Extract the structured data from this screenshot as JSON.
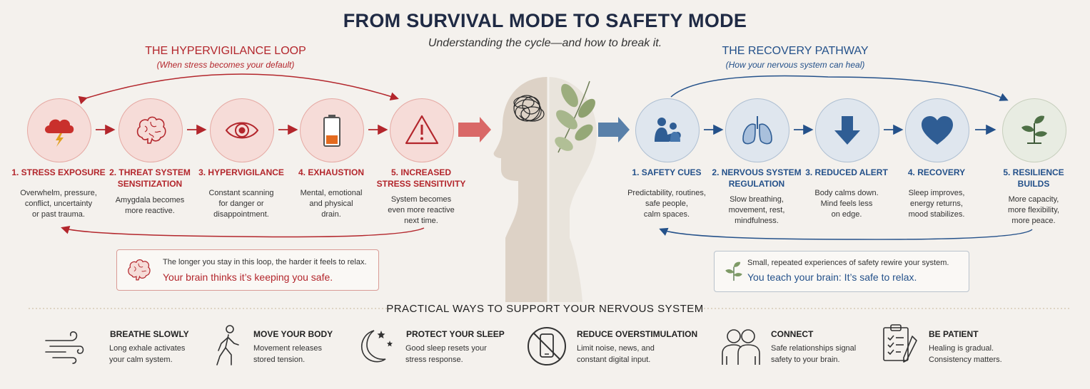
{
  "header": {
    "title": "FROM SURVIVAL MODE TO SAFETY MODE",
    "subtitle": "Understanding the cycle—and how to break it."
  },
  "loop": {
    "title": "THE HYPERVIGILANCE LOOP",
    "subtitle": "(When stress becomes your default)",
    "steps": [
      {
        "label1": "1. STRESS EXPOSURE",
        "label2": "",
        "desc": [
          "Overwhelm, pressure,",
          "conflict, uncertainty",
          "or past trauma."
        ]
      },
      {
        "label1": "2. THREAT SYSTEM",
        "label2": "SENSITIZATION",
        "desc": [
          "Amygdala becomes",
          "more reactive."
        ]
      },
      {
        "label1": "3. HYPERVIGILANCE",
        "label2": "",
        "desc": [
          "Constant scanning",
          "for danger or",
          "disappointment."
        ]
      },
      {
        "label1": "4. EXHAUSTION",
        "label2": "",
        "desc": [
          "Mental, emotional",
          "and physical",
          "drain."
        ]
      },
      {
        "label1": "5. INCREASED",
        "label2": "STRESS SENSITIVITY",
        "desc": [
          "System becomes",
          "even more reactive",
          "next time."
        ]
      }
    ],
    "note_small": "The longer you stay in this loop, the harder it feels to relax.",
    "note_big": "Your brain thinks it’s keeping you safe."
  },
  "recovery": {
    "title": "THE RECOVERY PATHWAY",
    "subtitle": "(How your nervous system can heal)",
    "steps": [
      {
        "label1": "1. SAFETY CUES",
        "label2": "",
        "desc": [
          "Predictability, routines,",
          "safe people,",
          "calm spaces."
        ]
      },
      {
        "label1": "2. NERVOUS SYSTEM",
        "label2": "REGULATION",
        "desc": [
          "Slow breathing,",
          "movement, rest,",
          "mindfulness."
        ]
      },
      {
        "label1": "3. REDUCED ALERT",
        "label2": "",
        "desc": [
          "Body calms down.",
          "Mind feels less",
          "on edge."
        ]
      },
      {
        "label1": "4. RECOVERY",
        "label2": "",
        "desc": [
          "Sleep improves,",
          "energy returns,",
          "mood stabilizes."
        ]
      },
      {
        "label1": "5. RESILIENCE",
        "label2": "BUILDS",
        "desc": [
          "More capacity,",
          "more flexibility,",
          "more peace."
        ]
      }
    ],
    "note_small": "Small, repeated experiences of safety rewire your system.",
    "note_big": "You teach your brain: It’s safe to relax."
  },
  "practical": {
    "title": "PRACTICAL WAYS TO SUPPORT YOUR NERVOUS SYSTEM",
    "tips": [
      {
        "icon": "breath-icon",
        "title": "BREATHE SLOWLY",
        "lines": [
          "Long exhale activates",
          "your calm system."
        ]
      },
      {
        "icon": "walking-icon",
        "title": "MOVE YOUR BODY",
        "lines": [
          "Movement releases",
          "stored tension."
        ]
      },
      {
        "icon": "moon-icon",
        "title": "PROTECT YOUR SLEEP",
        "lines": [
          "Good sleep resets your",
          "stress response."
        ]
      },
      {
        "icon": "no-phone-icon",
        "title": "REDUCE OVERSTIMULATION",
        "lines": [
          "Limit noise, news, and",
          "constant digital input."
        ]
      },
      {
        "icon": "people-icon",
        "title": "CONNECT",
        "lines": [
          "Safe relationships signal",
          "safety to your brain."
        ]
      },
      {
        "icon": "clipboard-icon",
        "title": "BE PATIENT",
        "lines": [
          "Healing is gradual.",
          "Consistency matters."
        ]
      }
    ]
  },
  "colors": {
    "red": "#b3262c",
    "blue": "#24518a",
    "navy": "#1f2a44",
    "background": "#f4f1ed"
  }
}
